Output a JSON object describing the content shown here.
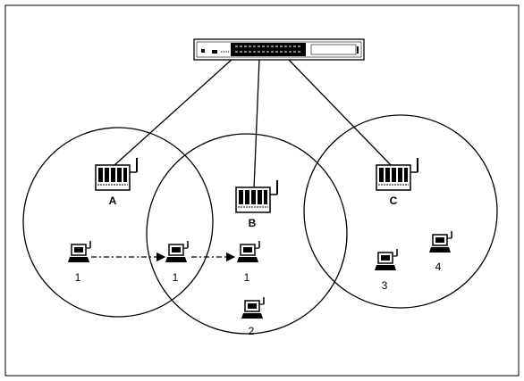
{
  "switch": {
    "icon": "network-switch-icon"
  },
  "access_points": [
    {
      "id": "ap-a",
      "label": "A",
      "icon": "access-point-icon"
    },
    {
      "id": "ap-b",
      "label": "B",
      "icon": "access-point-icon"
    },
    {
      "id": "ap-c",
      "label": "C",
      "icon": "access-point-icon"
    }
  ],
  "clients": [
    {
      "id": "client-1-a",
      "label": "1",
      "icon": "laptop-icon"
    },
    {
      "id": "client-1-overlap",
      "label": "1",
      "icon": "laptop-icon"
    },
    {
      "id": "client-1-b",
      "label": "1",
      "icon": "laptop-icon"
    },
    {
      "id": "client-2",
      "label": "2",
      "icon": "laptop-icon"
    },
    {
      "id": "client-3",
      "label": "3",
      "icon": "laptop-icon"
    },
    {
      "id": "client-4",
      "label": "4",
      "icon": "laptop-icon"
    }
  ],
  "roaming_arrows": [
    {
      "from": "client-1-a",
      "to": "client-1-overlap"
    },
    {
      "from": "client-1-overlap",
      "to": "client-1-b"
    }
  ]
}
